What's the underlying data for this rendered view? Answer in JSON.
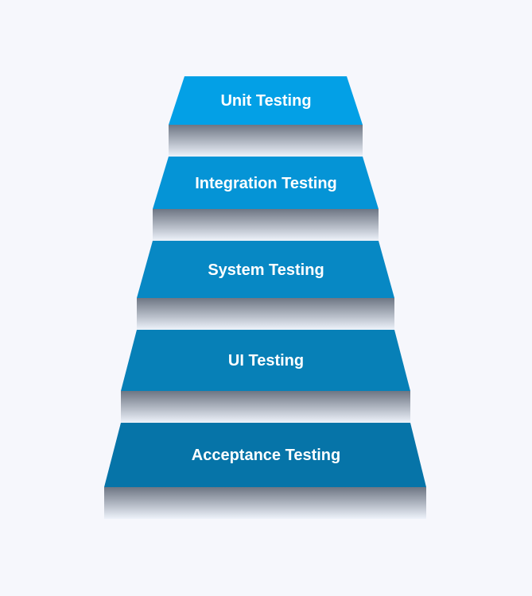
{
  "steps": [
    {
      "label": "Unit Testing",
      "color": "#03a0e6"
    },
    {
      "label": "Integration Testing",
      "color": "#0594d6"
    },
    {
      "label": "System Testing",
      "color": "#0788c4"
    },
    {
      "label": "UI Testing",
      "color": "#0780b7"
    },
    {
      "label": "Acceptance Testing",
      "color": "#0674a8"
    }
  ],
  "colors": {
    "background": "#f6f7fc",
    "riser_top": "#6e7684",
    "riser_bottom": "#eef3fb",
    "text": "#ffffff"
  }
}
